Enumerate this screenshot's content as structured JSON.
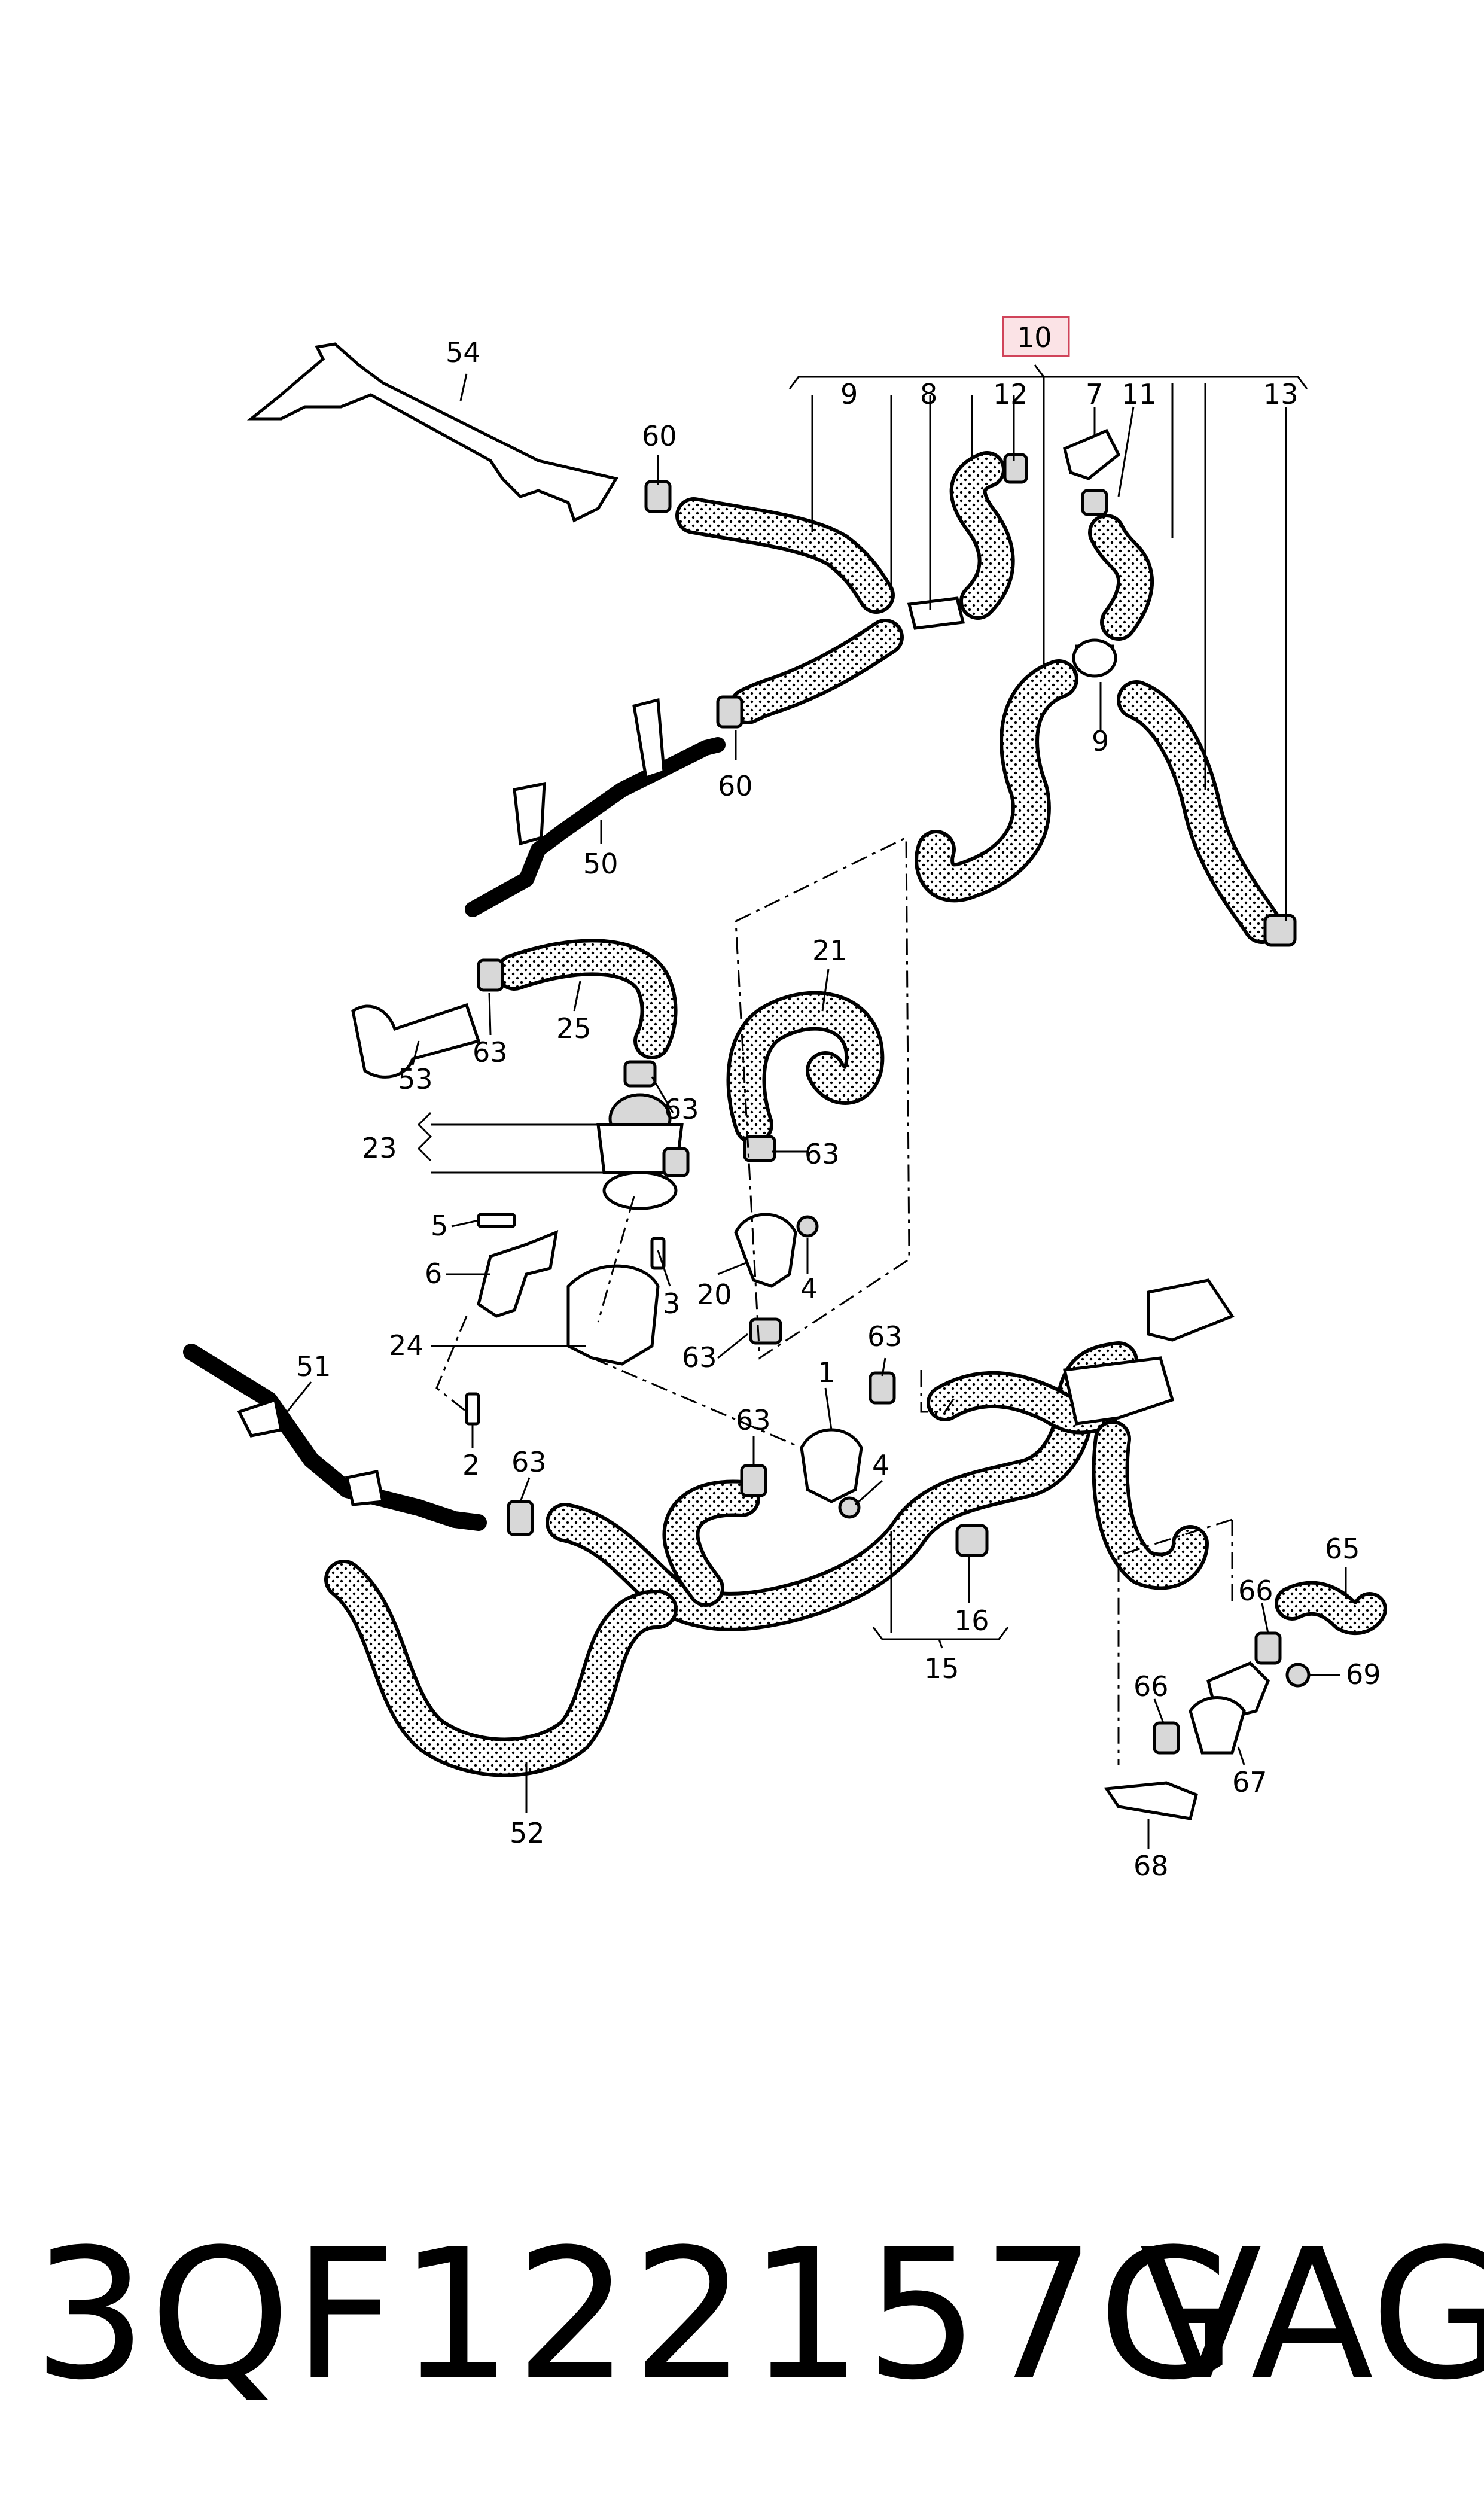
{
  "title": {
    "part_number": "3QF122157G",
    "brand": "VAG"
  },
  "callouts": [
    {
      "id": "c54",
      "text": "54"
    },
    {
      "id": "c10",
      "text": "10",
      "highlighted": true
    },
    {
      "id": "c9a",
      "text": "9"
    },
    {
      "id": "c8",
      "text": "8"
    },
    {
      "id": "c12",
      "text": "12"
    },
    {
      "id": "c7",
      "text": "7"
    },
    {
      "id": "c11",
      "text": "11"
    },
    {
      "id": "c13",
      "text": "13"
    },
    {
      "id": "c60a",
      "text": "60"
    },
    {
      "id": "c9b",
      "text": "9"
    },
    {
      "id": "c60b",
      "text": "60"
    },
    {
      "id": "c50",
      "text": "50"
    },
    {
      "id": "c21",
      "text": "21"
    },
    {
      "id": "c25",
      "text": "25"
    },
    {
      "id": "c53",
      "text": "53"
    },
    {
      "id": "c63a",
      "text": "63"
    },
    {
      "id": "c63b",
      "text": "63"
    },
    {
      "id": "c23",
      "text": "23"
    },
    {
      "id": "c63c",
      "text": "63"
    },
    {
      "id": "c5",
      "text": "5"
    },
    {
      "id": "c6",
      "text": "6"
    },
    {
      "id": "c3",
      "text": "3"
    },
    {
      "id": "c20",
      "text": "20"
    },
    {
      "id": "c4a",
      "text": "4"
    },
    {
      "id": "c24",
      "text": "24"
    },
    {
      "id": "c63d",
      "text": "63"
    },
    {
      "id": "c63e",
      "text": "63"
    },
    {
      "id": "c51",
      "text": "51"
    },
    {
      "id": "c1",
      "text": "1"
    },
    {
      "id": "c63f",
      "text": "63"
    },
    {
      "id": "c2",
      "text": "2"
    },
    {
      "id": "c4b",
      "text": "4"
    },
    {
      "id": "c63g",
      "text": "63"
    },
    {
      "id": "c16",
      "text": "16"
    },
    {
      "id": "c15",
      "text": "15"
    },
    {
      "id": "c52",
      "text": "52"
    },
    {
      "id": "c65",
      "text": "65"
    },
    {
      "id": "c66a",
      "text": "66"
    },
    {
      "id": "c69",
      "text": "69"
    },
    {
      "id": "c66b",
      "text": "66"
    },
    {
      "id": "c67",
      "text": "67"
    },
    {
      "id": "c68",
      "text": "68"
    }
  ],
  "colors": {
    "ink": "#000000",
    "highlight_fill": "#fbe3e6",
    "highlight_stroke": "#d0445a",
    "hose_fill": "#ffffff"
  }
}
